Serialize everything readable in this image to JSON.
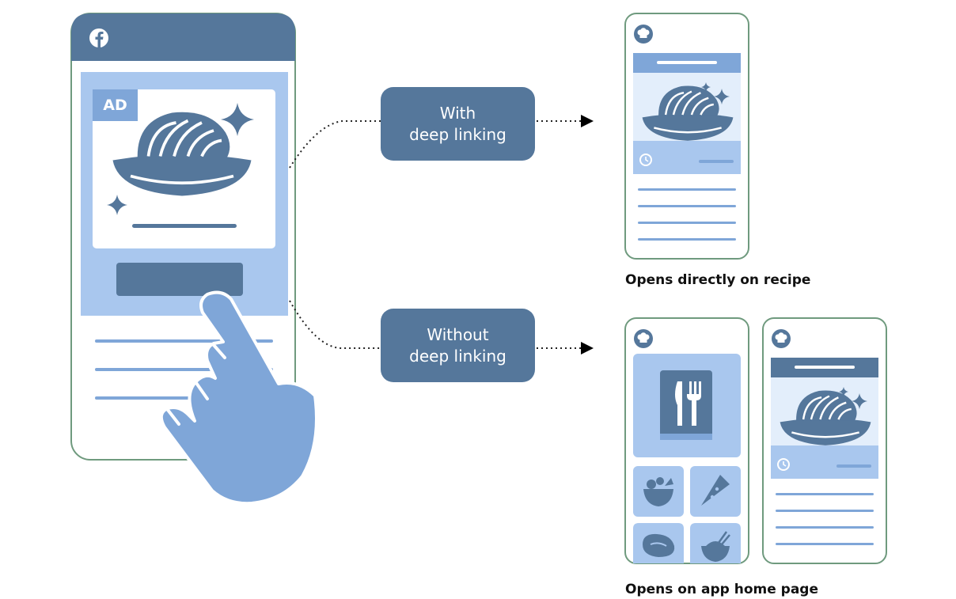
{
  "labels": {
    "ad_tag": "AD",
    "with_line1": "With",
    "with_line2": "deep linking",
    "without_line1": "Without",
    "without_line2": "deep linking",
    "caption_recipe": "Opens directly on recipe",
    "caption_home": "Opens on app home page"
  },
  "icons": [
    "facebook-icon",
    "chef-hat-icon",
    "pasta-bowl-icon",
    "sparkle-icon",
    "clock-icon",
    "recipe-book-icon",
    "salad-bowl-icon",
    "pizza-slice-icon",
    "steak-icon",
    "rice-bowl-icon",
    "pointing-hand-icon",
    "arrow-right-icon"
  ],
  "colors": {
    "dark_blue": "#55779b",
    "medium_blue": "#7fa6d8",
    "light_blue": "#a9c7ee",
    "pale_blue": "#e3eefb",
    "phone_border": "#6f9a7e"
  }
}
